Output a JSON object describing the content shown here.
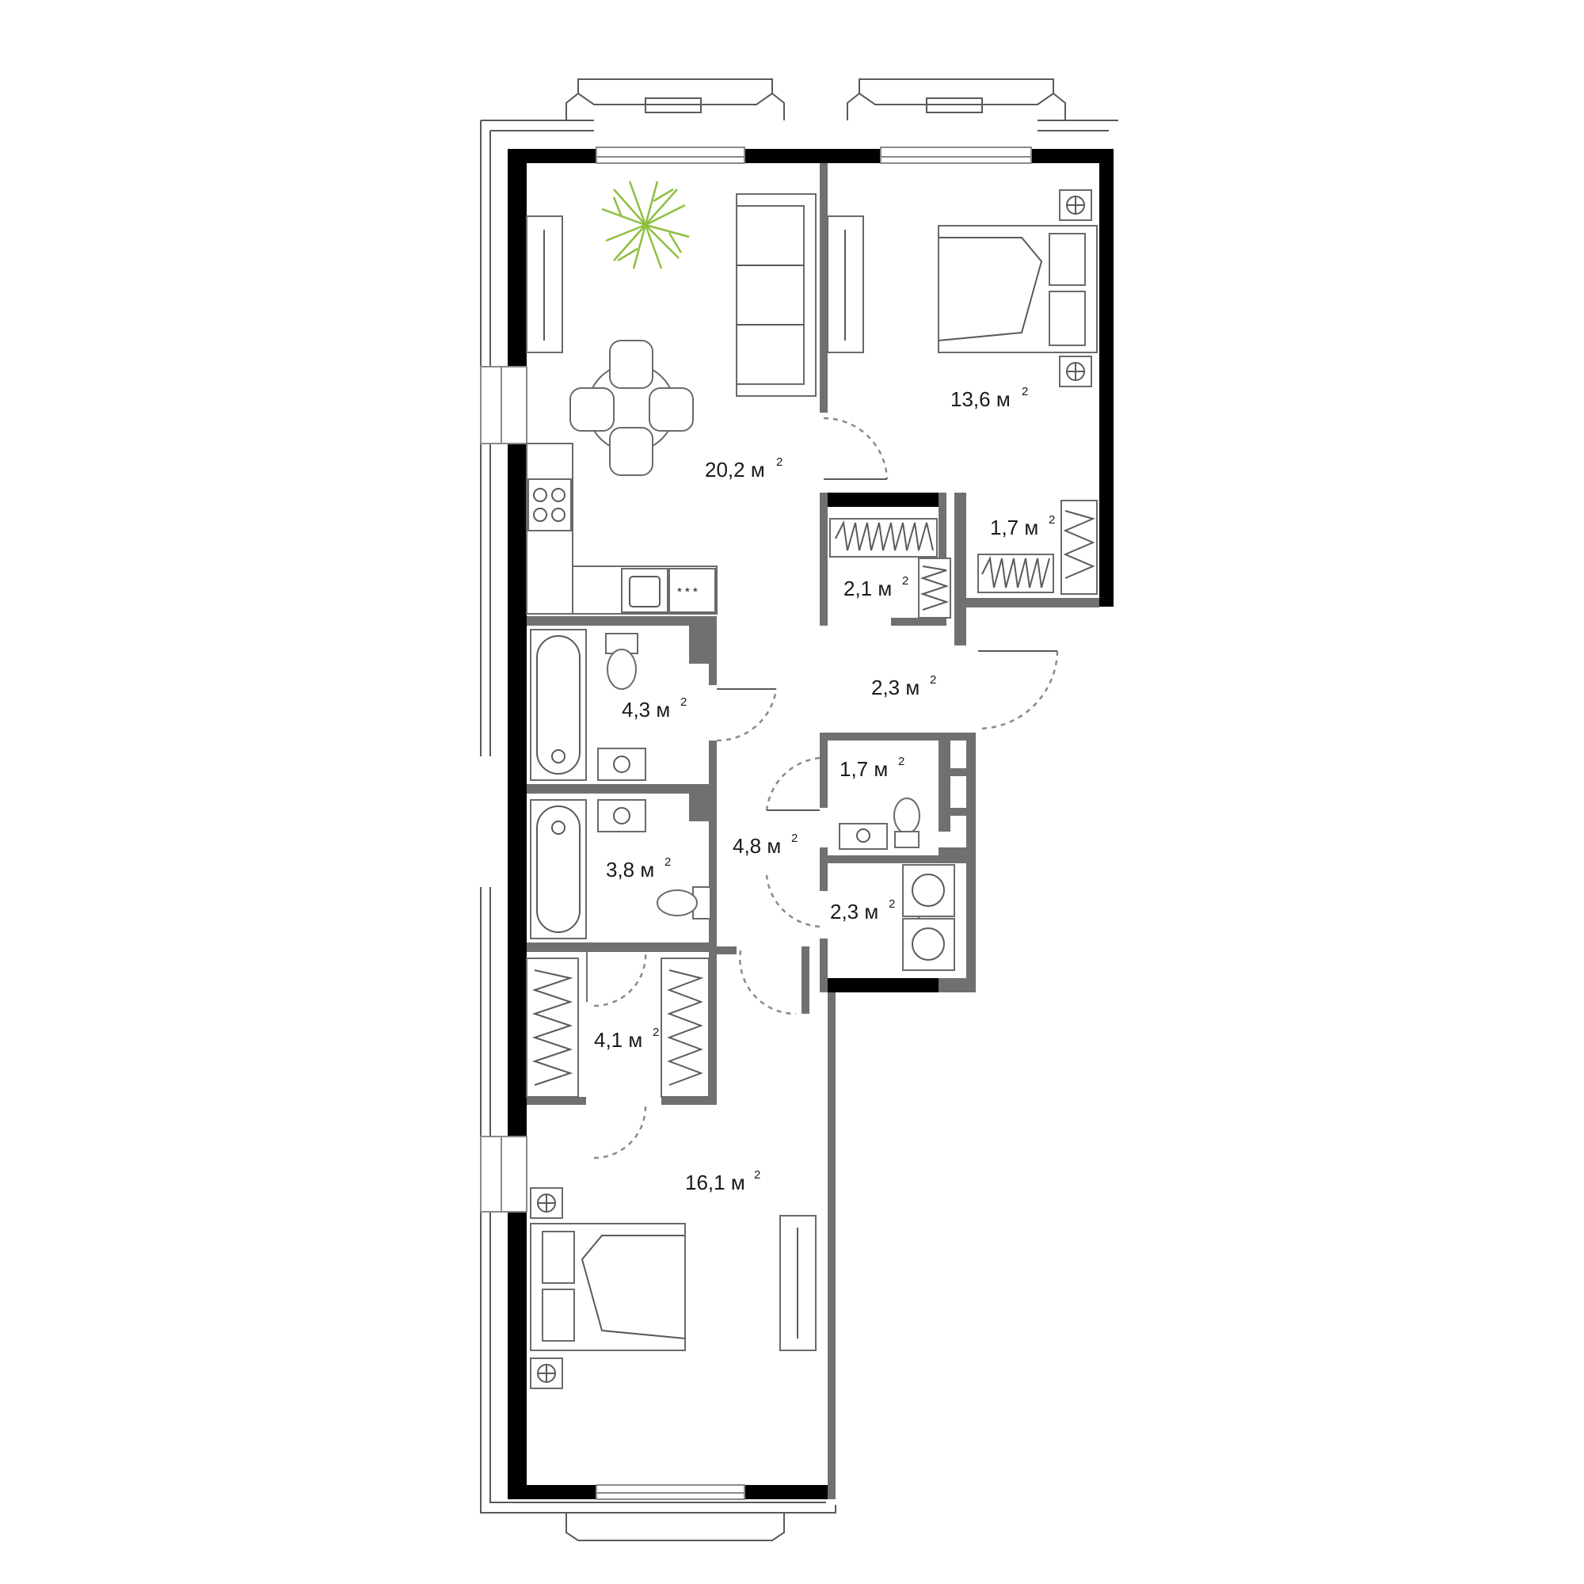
{
  "unit": "м",
  "unit_power": "2",
  "rooms": [
    {
      "id": "living-kitchen",
      "area": "20,2"
    },
    {
      "id": "bedroom-1",
      "area": "13,6"
    },
    {
      "id": "wardrobe-1",
      "area": "1,7"
    },
    {
      "id": "wardrobe-2",
      "area": "2,1"
    },
    {
      "id": "hall-upper",
      "area": "2,3"
    },
    {
      "id": "bathroom-1",
      "area": "4,3"
    },
    {
      "id": "toilet",
      "area": "1,7"
    },
    {
      "id": "corridor",
      "area": "4,8"
    },
    {
      "id": "bathroom-2",
      "area": "3,8"
    },
    {
      "id": "laundry",
      "area": "2,3"
    },
    {
      "id": "dressing-room",
      "area": "4,1"
    },
    {
      "id": "bedroom-2",
      "area": "16,1"
    }
  ],
  "colors": {
    "exterior_wall": "#000000",
    "interior_wall": "#707070",
    "plant": "#8fbf3f"
  },
  "icons": [
    "plant-icon",
    "bed-icon",
    "sofa-icon",
    "dining-table-icon",
    "stove-icon",
    "sink-icon",
    "bathtub-icon",
    "toilet-icon",
    "washing-machine-icon",
    "wardrobe-icon",
    "socket-icon"
  ]
}
